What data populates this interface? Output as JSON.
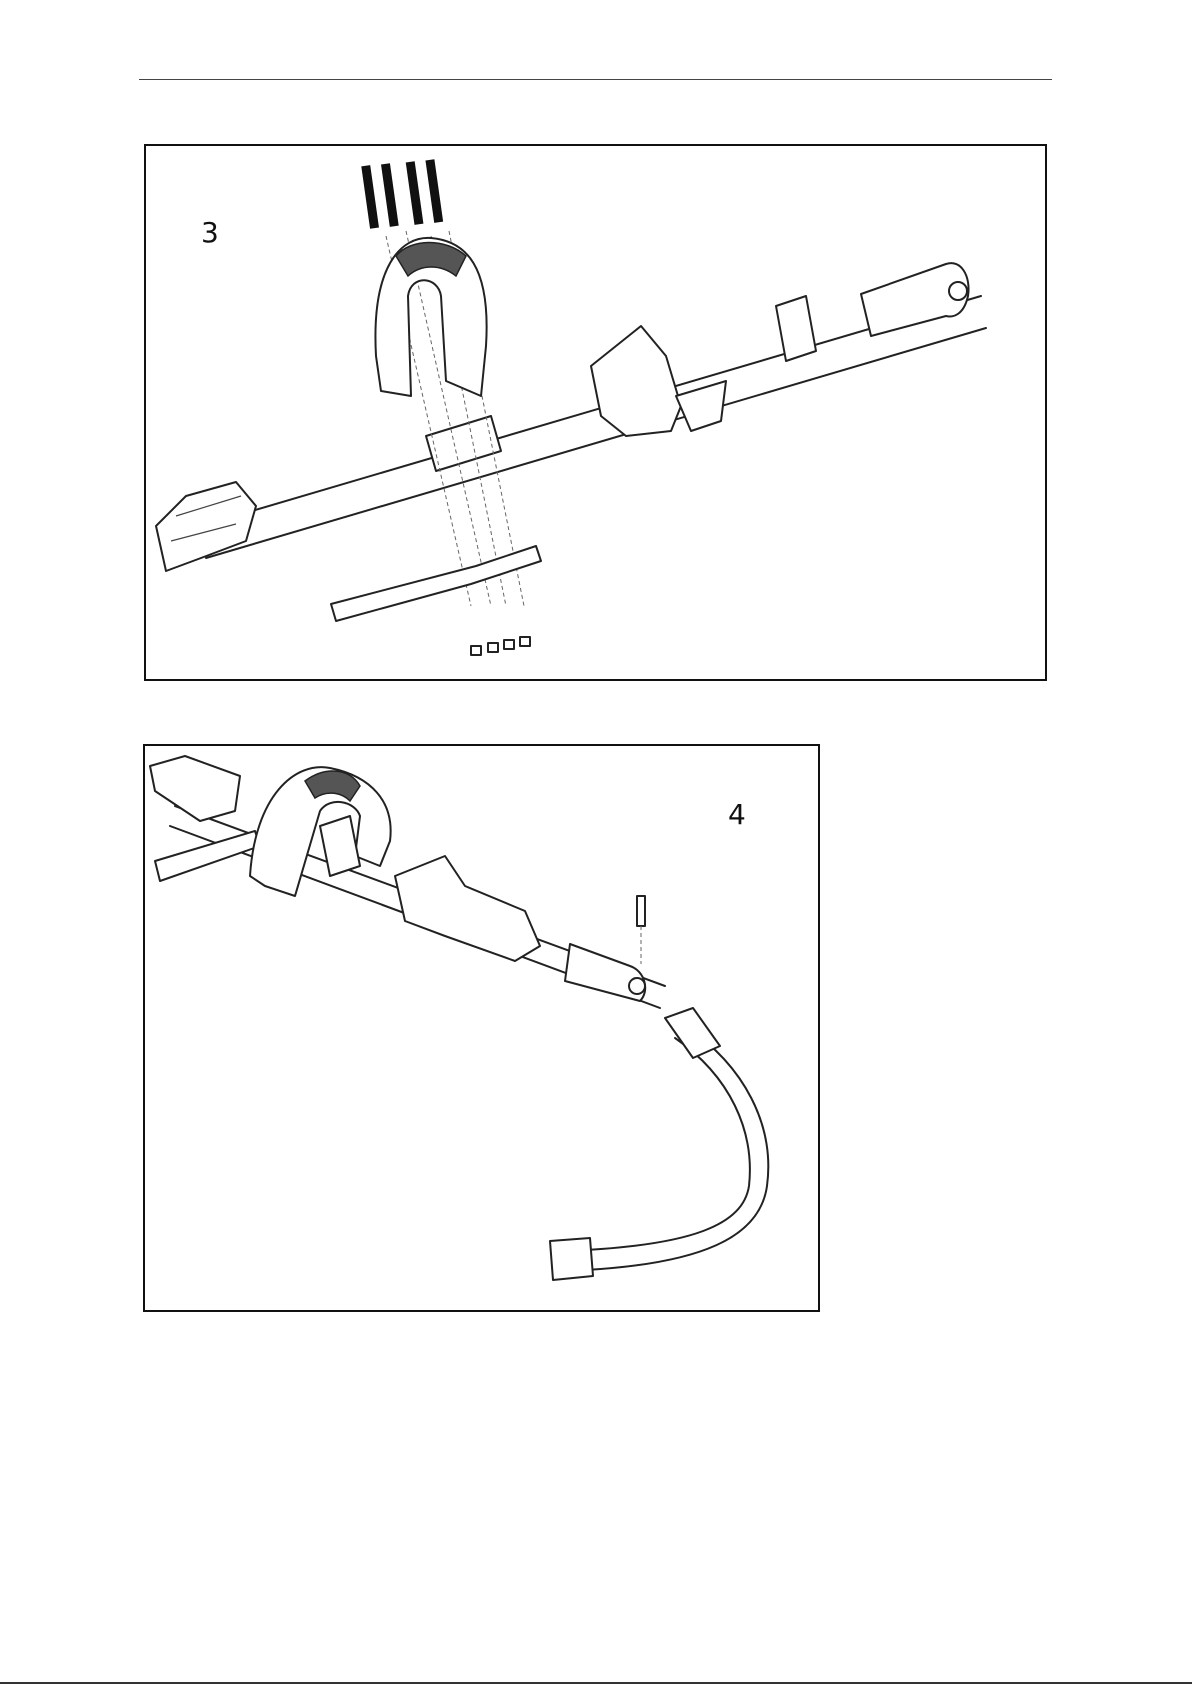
{
  "figures": [
    {
      "number": "3",
      "drawing": "handle-assembly-exploded"
    },
    {
      "number": "4",
      "drawing": "drive-shaft-connection"
    }
  ]
}
